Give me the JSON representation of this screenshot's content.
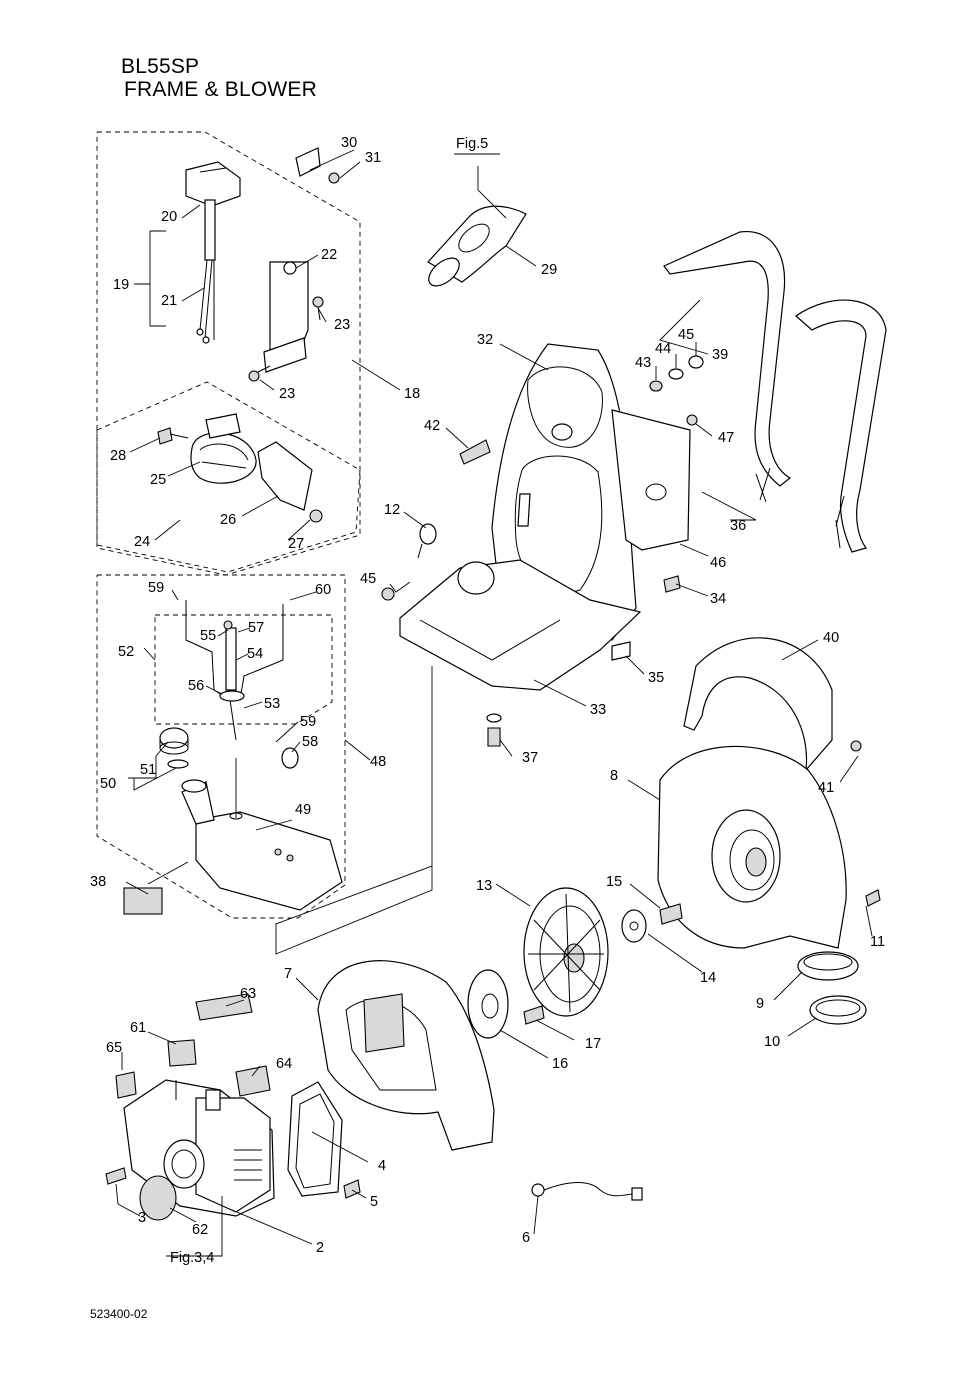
{
  "header": {
    "model": "BL55SP",
    "section": "FRAME & BLOWER"
  },
  "doc_number": "523400-02",
  "figure_refs": {
    "hose": "Fig.5",
    "engine": "Fig.3,4"
  },
  "parts": {
    "p2": "2",
    "p3": "3",
    "p4": "4",
    "p5": "5",
    "p6": "6",
    "p7": "7",
    "p8": "8",
    "p9": "9",
    "p10": "10",
    "p11": "11",
    "p12": "12",
    "p13": "13",
    "p14": "14",
    "p15": "15",
    "p16": "16",
    "p17": "17",
    "p18": "18",
    "p19": "19",
    "p20": "20",
    "p21": "21",
    "p22": "22",
    "p23a": "23",
    "p23b": "23",
    "p24": "24",
    "p25": "25",
    "p26": "26",
    "p27": "27",
    "p28": "28",
    "p29": "29",
    "p30": "30",
    "p31": "31",
    "p32": "32",
    "p33": "33",
    "p34": "34",
    "p35": "35",
    "p36": "36",
    "p37": "37",
    "p38": "38",
    "p39": "39",
    "p40": "40",
    "p41": "41",
    "p42": "42",
    "p43": "43",
    "p44": "44",
    "p45a": "45",
    "p45b": "45",
    "p46": "46",
    "p47": "47",
    "p48": "48",
    "p49": "49",
    "p50": "50",
    "p51": "51",
    "p52": "52",
    "p53": "53",
    "p54": "54",
    "p55": "55",
    "p56": "56",
    "p57": "57",
    "p58": "58",
    "p59a": "59",
    "p59b": "59",
    "p60": "60",
    "p61": "61",
    "p62": "62",
    "p63": "63",
    "p64": "64",
    "p65": "65"
  }
}
